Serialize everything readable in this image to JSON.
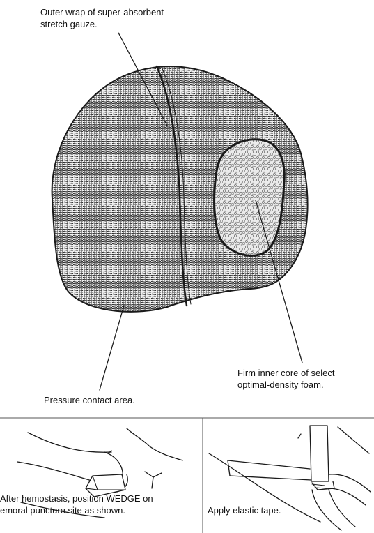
{
  "labels": {
    "outer_wrap": "Outer wrap of super-absorbent\nstretch gauze.",
    "inner_core": "Firm inner core of select\noptimal-density foam.",
    "pressure_area": "Pressure contact area.",
    "step1": "After hemostasis, position WEDGE on\nemoral puncture site as shown.",
    "step2": "Apply elastic tape."
  },
  "colors": {
    "ink": "#1a1a1a",
    "background": "#ffffff"
  }
}
